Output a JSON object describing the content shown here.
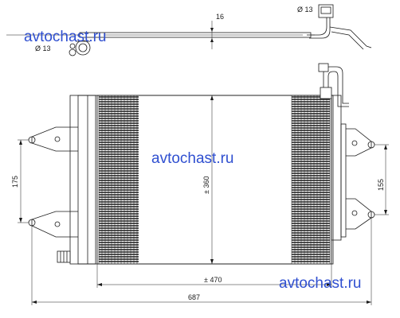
{
  "diagram": {
    "kind": "technical drawing of a car A/C condenser with dimensions",
    "line_color": "#1a1a1a",
    "watermark_color": "#2f4fd0",
    "top_view": {
      "pipe_diameter_left": "Ø 13",
      "pipe_diameter_right": "Ø 13",
      "thickness": "16"
    },
    "front_view": {
      "height": "± 360",
      "core_width": "± 470",
      "overall_width": "687",
      "left_mount_spacing": "175",
      "right_mount_spacing": "155"
    },
    "watermarks": [
      "avtochast.ru",
      "avtochast.ru",
      "avtochast.ru"
    ]
  }
}
